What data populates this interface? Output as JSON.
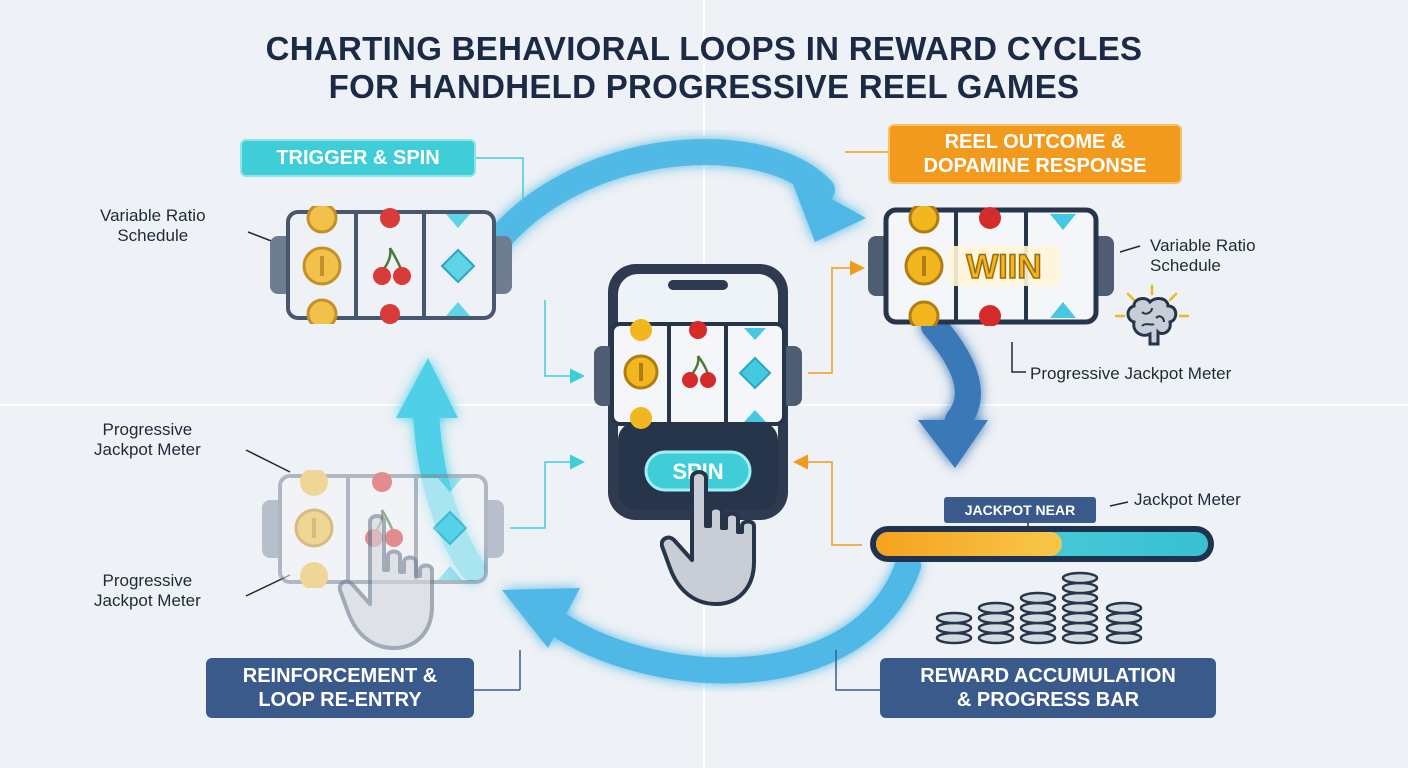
{
  "title": {
    "line1": "CHARTING BEHAVIORAL LOOPS IN REWARD CYCLES",
    "line2": "FOR HANDHELD PROGRESSIVE REEL GAMES"
  },
  "stages": {
    "trigger": "TRIGGER & SPIN",
    "outcome": {
      "line1": "REEL OUTCOME &",
      "line2": "DOPAMINE RESPONSE"
    },
    "reward": {
      "line1": "REWARD ACCUMULATION",
      "line2": "& PROGRESS BAR"
    },
    "reinforcement": {
      "line1": "REINFORCEMENT &",
      "line2": "LOOP RE-ENTRY"
    }
  },
  "annotations": {
    "top_left": {
      "line1": "Variable Ratio",
      "line2": "Schedule"
    },
    "top_right": {
      "line1": "Variable Ratio",
      "line2": "Schedule"
    },
    "right_meter": "Progressive Jackpot Meter",
    "left_meter_1": {
      "line1": "Progressive",
      "line2": "Jackpot Meter"
    },
    "left_meter_2": {
      "line1": "Progressive",
      "line2": "Jackpot Meter"
    },
    "jackpot_meter": "Jackpot Meter"
  },
  "jackpot_near": "JACKPOT NEAR",
  "jackpot_progress": 0.56,
  "win_text": "WIIN",
  "spin_button": "SPIN",
  "icons": {
    "symbols": [
      "coin-icon",
      "cherry-icon",
      "diamond-icon"
    ],
    "others": [
      "brain-icon",
      "hand-pointer-icon",
      "coin-stack-icon",
      "smartphone-icon"
    ]
  },
  "colors": {
    "cycle_arrow": "#4fb8e6",
    "arrow_down": "#3b78b8",
    "teal": "#3fcdd8",
    "orange": "#f29a1d",
    "navy": "#3b5a8c"
  }
}
